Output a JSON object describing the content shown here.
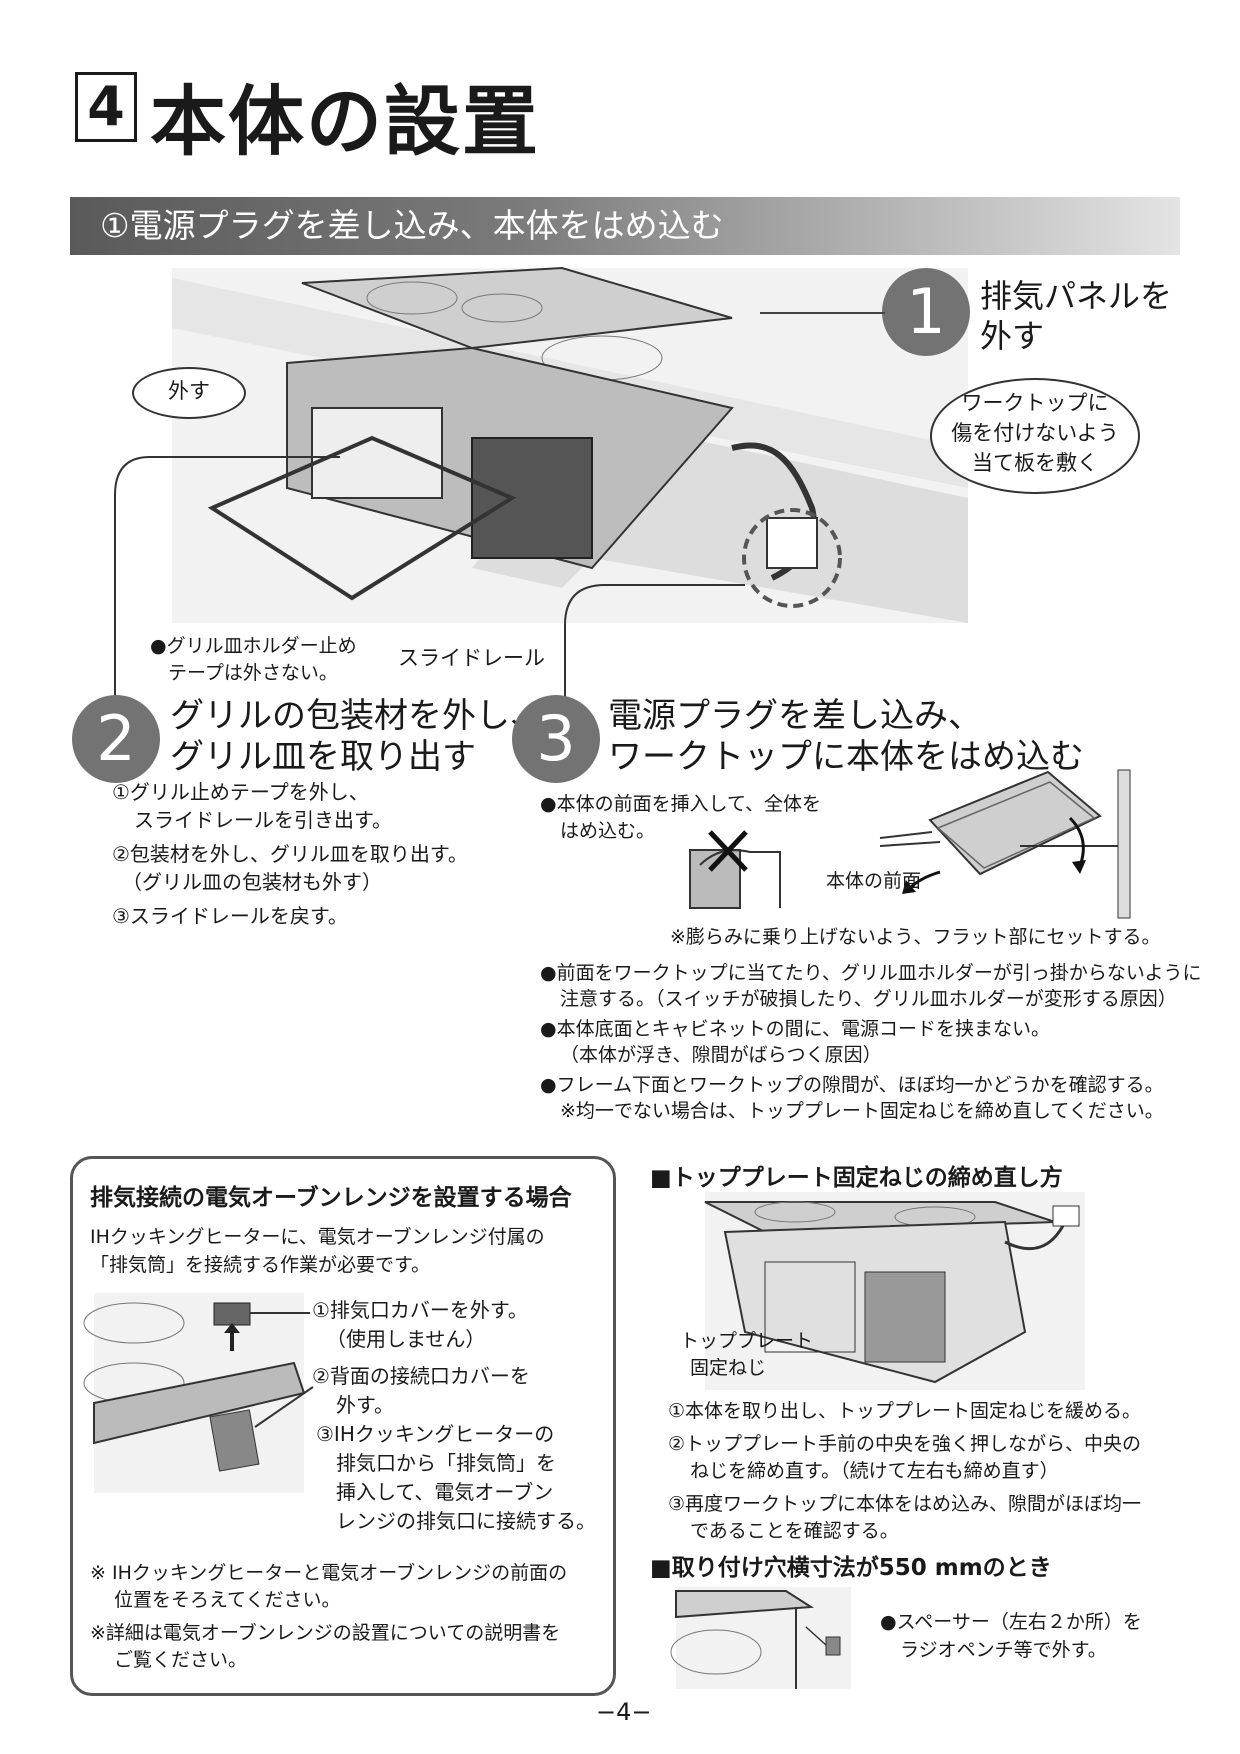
{
  "title": {
    "number": "4",
    "text": "本体の設置"
  },
  "section": {
    "label": "①電源プラグを差し込み、本体をはめ込む"
  },
  "main_figure": {
    "bubble_remove": "外す",
    "bubble_worktop": [
      "ワークトップに",
      "傷を付けないよう",
      "当て板を敷く"
    ],
    "label_holder_tape": [
      "●グリル皿ホルダー止め",
      "テープは外さない。"
    ],
    "label_slide_rail": "スライドレール"
  },
  "step1": {
    "number": "1",
    "title": [
      "排気パネルを",
      "外す"
    ]
  },
  "step2": {
    "number": "2",
    "title": [
      "グリルの包装材を外し、",
      "グリル皿を取り出す"
    ],
    "items": [
      [
        "①グリル止めテープを外し、",
        "スライドレールを引き出す。"
      ],
      [
        "②包装材を外し、グリル皿を取り出す。",
        "（グリル皿の包装材も外す）"
      ],
      [
        "③スライドレールを戻す。"
      ]
    ]
  },
  "step3": {
    "number": "3",
    "title": [
      "電源プラグを差し込み、",
      "ワークトップに本体をはめ込む"
    ],
    "insert_note": [
      "●本体の前面を挿入して、全体を",
      "はめ込む。"
    ],
    "front_label": "本体の前面",
    "flat_note": "※膨らみに乗り上げないよう、フラット部にセットする。",
    "bullets": [
      [
        "●前面をワークトップに当てたり、グリル皿ホルダーが引っ掛からないように",
        "注意する。（スイッチが破損したり、グリル皿ホルダーが変形する原因）"
      ],
      [
        "●本体底面とキャビネットの間に、電源コードを挟まない。",
        "（本体が浮き、隙間がばらつく原因）"
      ],
      [
        "●フレーム下面とワークトップの隙間が、ほぼ均一かどうかを確認する。",
        "※均一でない場合は、トッププレート固定ねじを締め直してください。"
      ]
    ]
  },
  "oven_box": {
    "heading": "排気接続の電気オーブンレンジを設置する場合",
    "intro": [
      "IHクッキングヒーターに、電気オーブンレンジ付属の",
      "「排気筒」を接続する作業が必要です。"
    ],
    "steps": [
      [
        "①排気口カバーを外す。",
        "（使用しません）"
      ],
      [
        "②背面の接続口カバーを",
        "外す。"
      ],
      [
        "③IHクッキングヒーターの",
        "排気口から「排気筒」を",
        "挿入して、電気オーブン",
        "レンジの排気口に接続する。"
      ]
    ],
    "notes": [
      [
        "※ IHクッキングヒーターと電気オーブンレンジの前面の",
        "位置をそろえてください。"
      ],
      [
        "※詳細は電気オーブンレンジの設置についての説明書を",
        "ご覧ください。"
      ]
    ]
  },
  "retighten": {
    "heading": "■トッププレート固定ねじの締め直し方",
    "screw_label": [
      "トッププレート",
      "固定ねじ"
    ],
    "steps": [
      [
        "①本体を取り出し、トッププレート固定ねじを緩める。"
      ],
      [
        "②トッププレート手前の中央を強く押しながら、中央の",
        "ねじを締め直す。（続けて左右も締め直す）"
      ],
      [
        "③再度ワークトップに本体をはめ込み、隙間がほぼ均一",
        "であることを確認する。"
      ]
    ]
  },
  "spacer": {
    "heading": "■取り付け穴横寸法が550 mmのとき",
    "note": [
      "●スペーサー（左右２か所）を",
      "ラジオペンチ等で外す。"
    ]
  },
  "page_number": "−4−"
}
